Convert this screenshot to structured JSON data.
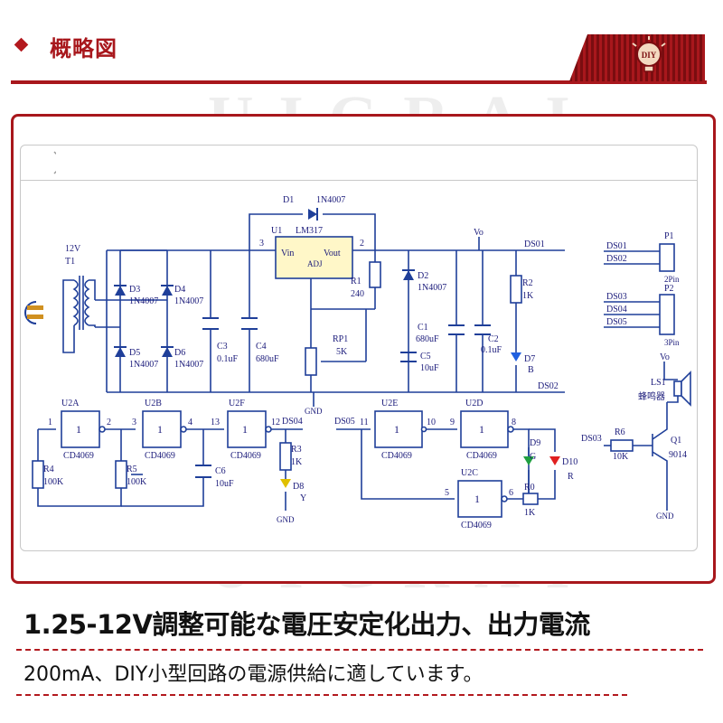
{
  "header": {
    "title": "概略図",
    "badge": "DIY"
  },
  "labels": {
    "d1": "D1",
    "d1_part": "1N4007",
    "u1": "U1",
    "u1_part": "LM317",
    "vin": "Vin",
    "vout": "Vout",
    "adj": "ADJ",
    "pin3": "3",
    "pin2": "2",
    "v12": "12V",
    "t1": "T1",
    "d3": "D3",
    "d3_part": "1N4007",
    "d4": "D4",
    "d4_part": "1N4007",
    "d5": "D5",
    "d5_part": "1N4007",
    "d6": "D6",
    "d6_part": "1N4007",
    "c3": "C3",
    "c3_val": "0.1uF",
    "c4": "C4",
    "c4_val": "680uF",
    "r1": "R1",
    "r1_val": "240",
    "rp1": "RP1",
    "rp1_val": "5K",
    "d2": "D2",
    "d2_part": "1N4007",
    "c1": "C1",
    "c1_val": "680uF",
    "c5": "C5",
    "c5_val": "10uF",
    "c2": "C2",
    "c2_val": "0.1uF",
    "vo": "Vo",
    "ds01": "DS01",
    "ds02": "DS02",
    "r2": "R2",
    "r2_val": "1K",
    "d7": "D7",
    "d7_col": "B",
    "gnd": "GND",
    "p1": "P1",
    "p1_pins": "2Pin",
    "p2": "P2",
    "p2_pins": "3Pin",
    "p_ds01": "DS01",
    "p_ds02": "DS02",
    "p_ds03": "DS03",
    "p_ds04": "DS04",
    "p_ds05": "DS05",
    "u2a": "U2A",
    "u2b": "U2B",
    "u2f": "U2F",
    "u2e": "U2E",
    "u2d": "U2D",
    "u2c": "U2C",
    "cd4069": "CD4069",
    "one": "1",
    "r4": "R4",
    "r4_val": "100K",
    "r5": "R5",
    "r5_val": "100K",
    "c6": "C6",
    "c6_val": "10uF",
    "r3": "R3",
    "r3_val": "1K",
    "d8": "D8",
    "d8_col": "Y",
    "ds04": "DS04",
    "ds05": "DS05",
    "d9": "D9",
    "d9_col": "G",
    "d10": "D10",
    "d10_col": "R",
    "r0": "R0",
    "r0_val": "1K",
    "ls1": "LS1",
    "buzzer": "蜂鸣器",
    "ds03": "DS03",
    "r6": "R6",
    "r6_val": "10K",
    "q1": "Q1",
    "q1_part": "9014",
    "n1": "1",
    "n2": "2",
    "n3": "3",
    "n4": "4",
    "n13": "13",
    "n12": "12",
    "n11": "11",
    "n10": "10",
    "n9": "9",
    "n8": "8",
    "n5": "5",
    "n6": "6"
  },
  "watermark": {
    "text": "UIGRAI"
  },
  "caption": {
    "line1": "1.25-12V調整可能な電圧安定化出力、出力電流",
    "line2": "200mA、DIY小型回路の電源供給に適しています。"
  },
  "colors": {
    "accent": "#a8171c",
    "wire": "#1f3f99",
    "label": "#1a1a7a",
    "led_blue": "#2060e0",
    "led_red": "#e02020",
    "led_green": "#20a040",
    "led_yellow": "#e0c000"
  }
}
